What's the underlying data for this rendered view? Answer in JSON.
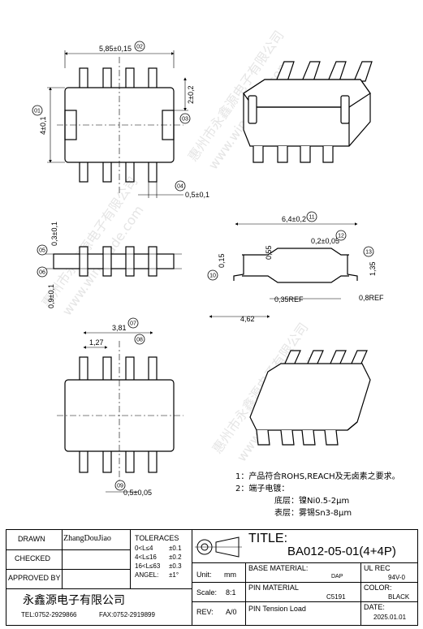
{
  "dims": {
    "width_body": "5,85±0,15",
    "height_body": "4±0,1",
    "d_2": "2±0,2",
    "d_05": "0,5±0,1",
    "d_03": "0,3±0,1",
    "d_09": "0,9±0,1",
    "d_64": "6,4±0,2",
    "d_02": "0,2±0,05",
    "d_015": "0,15",
    "d_055": "0,55",
    "d_135": "1,35",
    "d_035": "0,35REF",
    "d_08": "0,8REF",
    "d_462": "4,62",
    "d_381": "3,81",
    "d_127": "1,27",
    "d_05b": "0,5±0,05"
  },
  "balloons": [
    "01",
    "02",
    "03",
    "04",
    "05",
    "06",
    "07",
    "08",
    "09",
    "10",
    "11",
    "12",
    "13"
  ],
  "watermark": {
    "cn": "惠州市永鑫源电子有限公司",
    "en": "www.win-made.com"
  },
  "notes": {
    "n1": "1：产品符合ROHS,REACH及无卤素之要求。",
    "n2": "2：端子电镀：",
    "n3": "底层：镍Ni0.5-2μm",
    "n4": "表层：雾锡Sn3-8μm"
  },
  "titleblock": {
    "drawn_label": "DRAWN",
    "drawn_value": "ZhangDouJiao",
    "checked_label": "CHECKED",
    "approved_label": "APPROVED BY",
    "tol_label": "TOLERACES",
    "tol_rows": [
      {
        "range": "0<L≤4",
        "val": "±0.1"
      },
      {
        "range": "4<L≤16",
        "val": "±0.2"
      },
      {
        "range": "16<L≤63",
        "val": "±0.3"
      },
      {
        "range": "ANGEL:",
        "val": "±1°"
      }
    ],
    "company": "永鑫源电子有限公司",
    "tel": "TEL:0752-2929866",
    "fax": "FAX:0752-2919899",
    "title_label": "TITLE:",
    "title_value": "BA012-05-01(4+4P)",
    "unit_label": "Unit:",
    "unit_value": "mm",
    "scale_label": "Scale:",
    "scale_value": "8:1",
    "rev_label": "REV:",
    "rev_value": "A/0",
    "base_label": "BASE MATERIAL:",
    "base_value": "DAP",
    "ul_label": "UL REC",
    "ul_value": "94V-0",
    "pin_label": "PIN MATERIAL",
    "pin_value": "C5191",
    "color_label": "COLOR:",
    "color_value": "BLACK",
    "tension_label": "PIN Tension Load",
    "date_label": "DATE:",
    "date_value": "2025.01.01"
  }
}
